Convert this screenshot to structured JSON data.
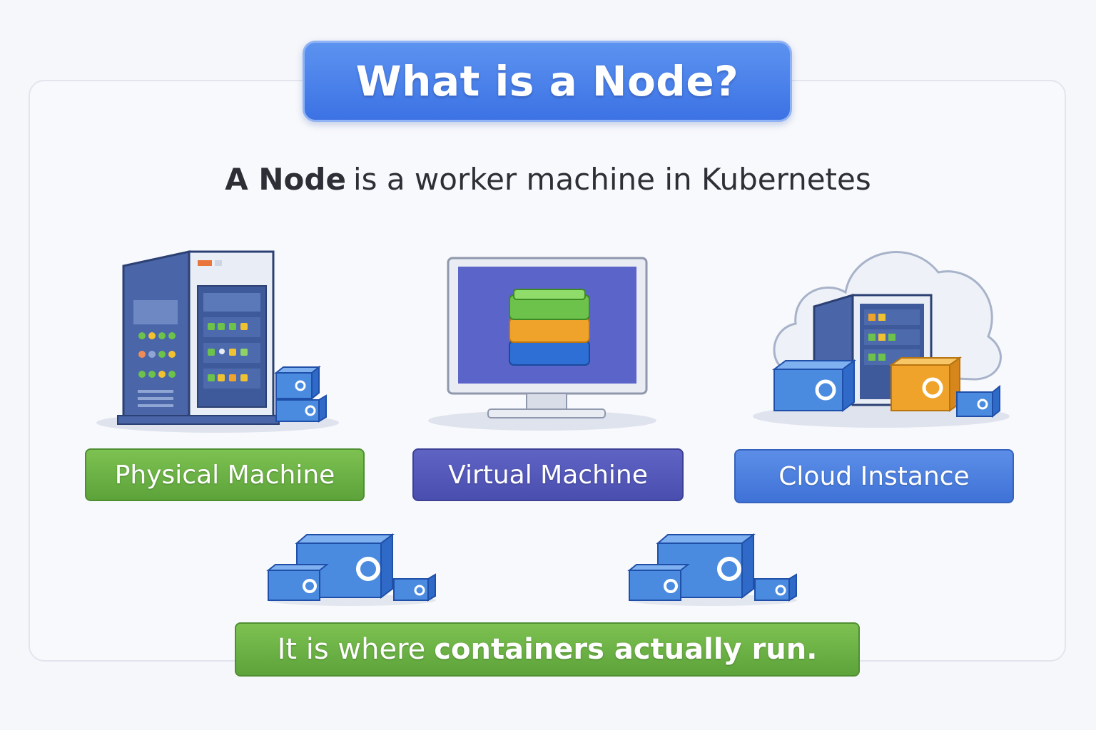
{
  "title": "What is a Node?",
  "subtitle": {
    "strong": "A Node",
    "rest": "is a worker machine in Kubernetes"
  },
  "node_types": [
    {
      "label": "Physical Machine",
      "icon": "physical-server-icon",
      "color": "#6db347"
    },
    {
      "label": "Virtual Machine",
      "icon": "virtual-machine-monitor-icon",
      "color": "#5357b8"
    },
    {
      "label": "Cloud Instance",
      "icon": "cloud-server-icon",
      "color": "#4a80e0"
    }
  ],
  "footer": {
    "lead": "It is where",
    "emphasis": "containers actually run."
  },
  "colors": {
    "title_blue": "#4a80ea",
    "green": "#6db347",
    "purple": "#5357b8",
    "blue": "#4a80e0",
    "container_orange": "#f0a32a"
  }
}
